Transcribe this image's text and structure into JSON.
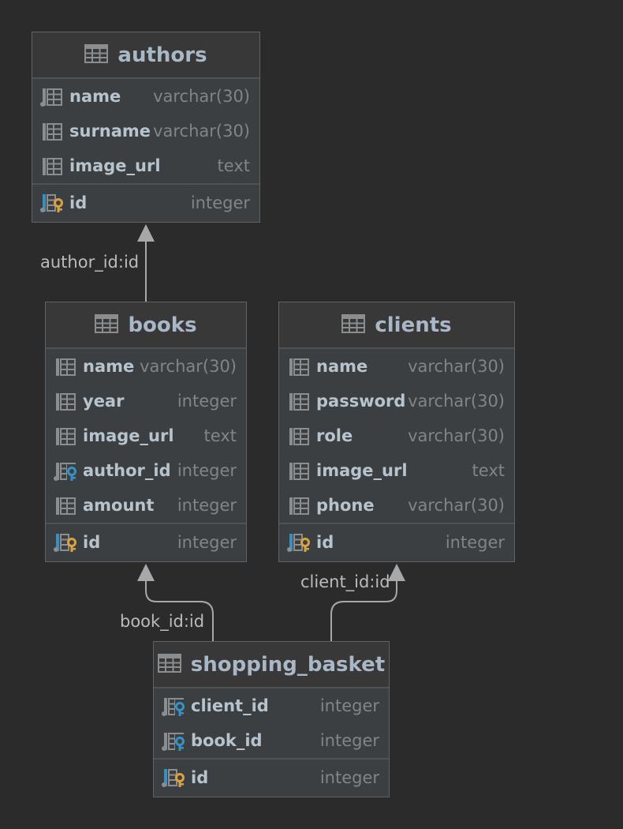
{
  "tables": {
    "authors": {
      "title": "authors",
      "columns": [
        {
          "name": "name",
          "type": "varchar(30)",
          "icon": "column-icon"
        },
        {
          "name": "surname",
          "type": "varchar(30)",
          "icon": "column-icon"
        },
        {
          "name": "image_url",
          "type": "text",
          "icon": "column-icon"
        }
      ],
      "pk": {
        "name": "id",
        "type": "integer",
        "icon": "primary-key-icon"
      }
    },
    "books": {
      "title": "books",
      "columns": [
        {
          "name": "name",
          "type": "varchar(30)",
          "icon": "column-icon"
        },
        {
          "name": "year",
          "type": "integer",
          "icon": "column-icon"
        },
        {
          "name": "image_url",
          "type": "text",
          "icon": "column-icon"
        },
        {
          "name": "author_id",
          "type": "integer",
          "icon": "foreign-key-icon"
        },
        {
          "name": "amount",
          "type": "integer",
          "icon": "column-icon"
        }
      ],
      "pk": {
        "name": "id",
        "type": "integer",
        "icon": "primary-key-icon"
      }
    },
    "clients": {
      "title": "clients",
      "columns": [
        {
          "name": "name",
          "type": "varchar(30)",
          "icon": "column-icon"
        },
        {
          "name": "password",
          "type": "varchar(30)",
          "icon": "column-icon"
        },
        {
          "name": "role",
          "type": "varchar(30)",
          "icon": "column-icon"
        },
        {
          "name": "image_url",
          "type": "text",
          "icon": "column-icon"
        },
        {
          "name": "phone",
          "type": "varchar(30)",
          "icon": "column-icon"
        }
      ],
      "pk": {
        "name": "id",
        "type": "integer",
        "icon": "primary-key-icon"
      }
    },
    "shopping_basket": {
      "title": "shopping_basket",
      "columns": [
        {
          "name": "client_id",
          "type": "integer",
          "icon": "foreign-key-icon"
        },
        {
          "name": "book_id",
          "type": "integer",
          "icon": "foreign-key-icon"
        }
      ],
      "pk": {
        "name": "id",
        "type": "integer",
        "icon": "primary-key-icon"
      }
    }
  },
  "relations": {
    "books_authors": "author_id:id",
    "basket_books": "book_id:id",
    "basket_clients": "client_id:id"
  },
  "colors": {
    "background": "#2b2b2b",
    "table_body": "#3b3f41",
    "key_gold": "#d9a343",
    "key_blue": "#3592c4",
    "connector": "#a6a8aa"
  }
}
